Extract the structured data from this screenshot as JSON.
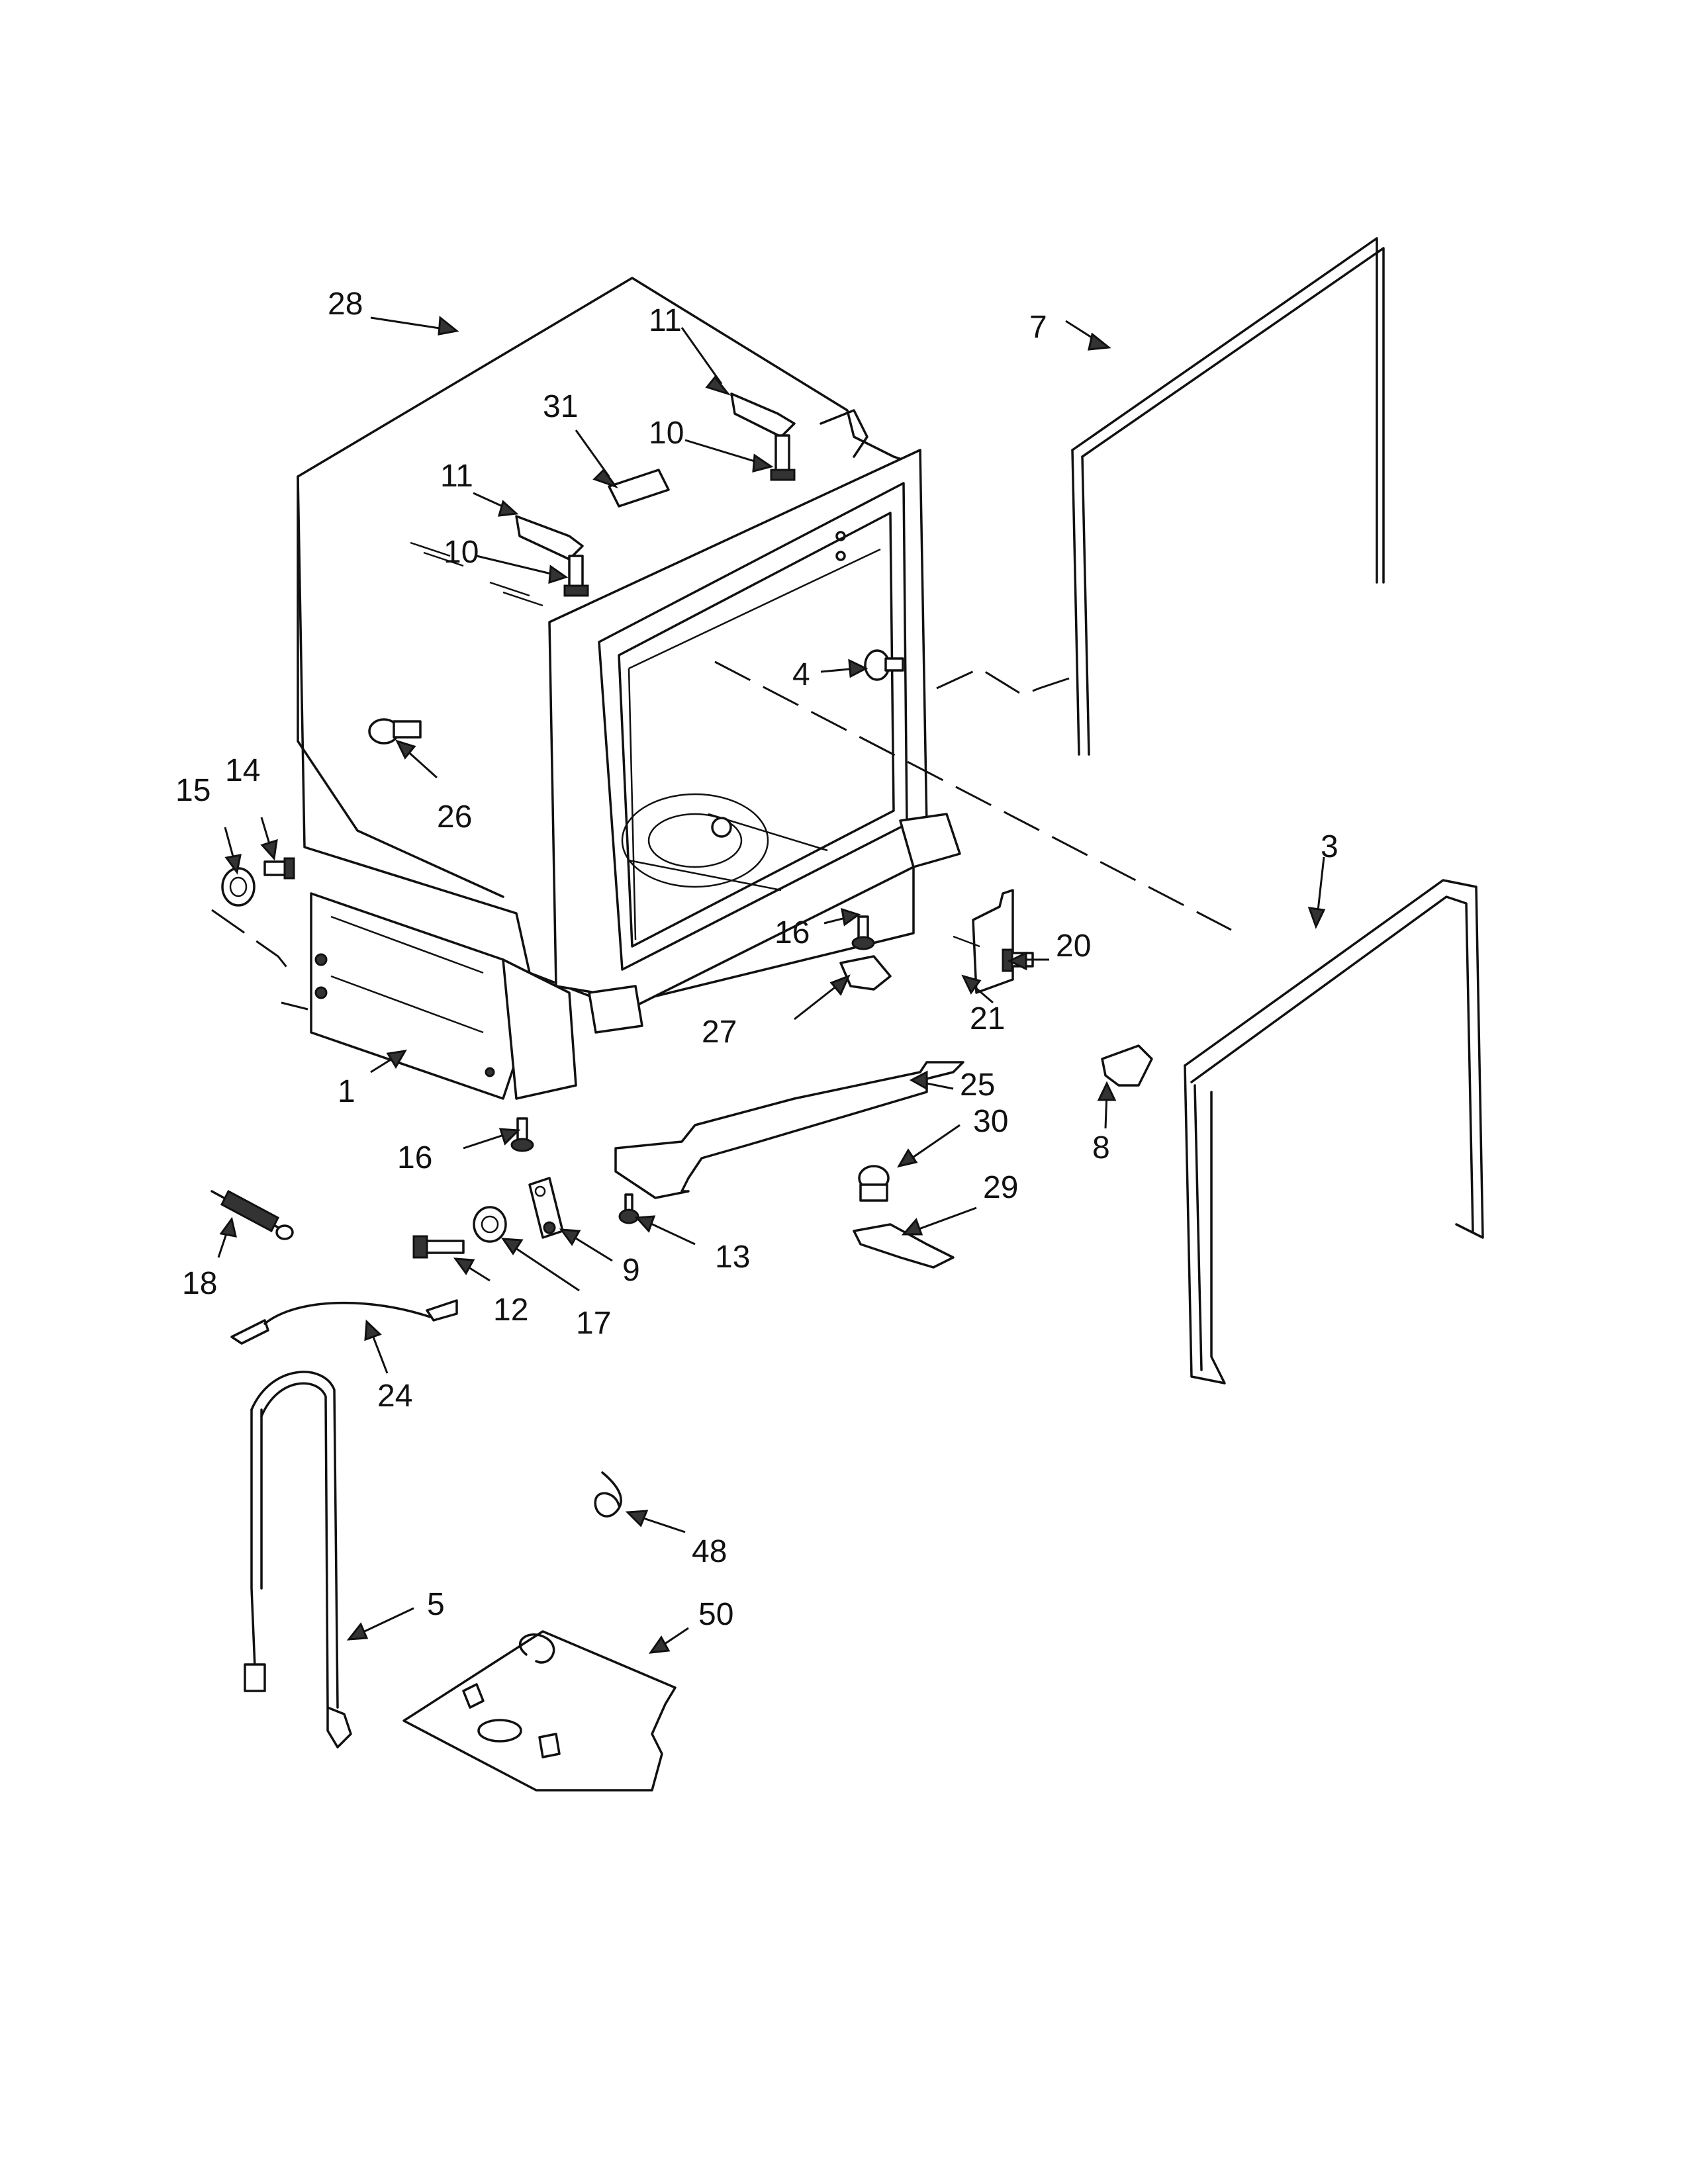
{
  "callouts": [
    {
      "id": "28",
      "label": "28"
    },
    {
      "id": "7",
      "label": "7"
    },
    {
      "id": "11a",
      "label": "11"
    },
    {
      "id": "31",
      "label": "31"
    },
    {
      "id": "10a",
      "label": "10"
    },
    {
      "id": "11b",
      "label": "11"
    },
    {
      "id": "10b",
      "label": "10"
    },
    {
      "id": "4",
      "label": "4"
    },
    {
      "id": "26",
      "label": "26"
    },
    {
      "id": "15",
      "label": "15"
    },
    {
      "id": "14",
      "label": "14"
    },
    {
      "id": "3",
      "label": "3"
    },
    {
      "id": "16a",
      "label": "16"
    },
    {
      "id": "20",
      "label": "20"
    },
    {
      "id": "27",
      "label": "27"
    },
    {
      "id": "21",
      "label": "21"
    },
    {
      "id": "25",
      "label": "25"
    },
    {
      "id": "1",
      "label": "1"
    },
    {
      "id": "8",
      "label": "8"
    },
    {
      "id": "16b",
      "label": "16"
    },
    {
      "id": "30",
      "label": "30"
    },
    {
      "id": "29",
      "label": "29"
    },
    {
      "id": "18",
      "label": "18"
    },
    {
      "id": "9",
      "label": "9"
    },
    {
      "id": "13",
      "label": "13"
    },
    {
      "id": "12",
      "label": "12"
    },
    {
      "id": "17",
      "label": "17"
    },
    {
      "id": "24",
      "label": "24"
    },
    {
      "id": "48",
      "label": "48"
    },
    {
      "id": "5",
      "label": "5"
    },
    {
      "id": "50",
      "label": "50"
    }
  ]
}
